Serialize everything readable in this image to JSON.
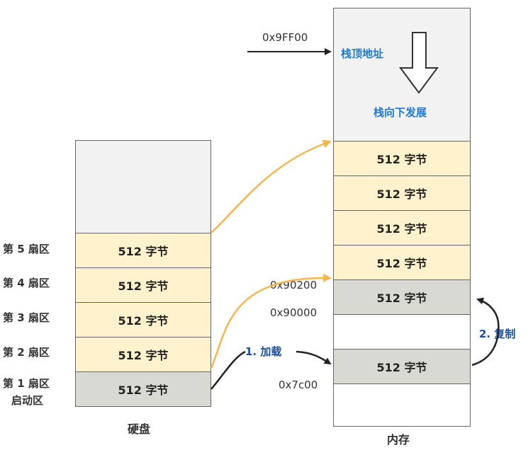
{
  "disk": {
    "title": "硬盘",
    "sectors": [
      {
        "label": "第 5 扇区",
        "content": "512 字节"
      },
      {
        "label": "第 4 扇区",
        "content": "512 字节"
      },
      {
        "label": "第 3 扇区",
        "content": "512 字节"
      },
      {
        "label": "第 2 扇区",
        "content": "512 字节"
      },
      {
        "label": "第 1 扇区",
        "sublabel": "启动区",
        "content": "512 字节"
      }
    ]
  },
  "memory": {
    "title": "内存",
    "stack_top_label": "栈顶地址",
    "stack_grow_label": "栈向下发展",
    "blocks": [
      "512 字节",
      "512 字节",
      "512 字节",
      "512 字节"
    ],
    "copied_block": "512 字节",
    "boot_block": "512 字节",
    "addresses": {
      "stack_top": "0x9FF00",
      "a90200": "0x90200",
      "a90000": "0x90000",
      "a7c00": "0x7c00"
    }
  },
  "arrows": {
    "load_label": "1. 加载",
    "copy_label": "2. 复制"
  },
  "colors": {
    "yellow_block": "#fff2cc",
    "gray_block": "#d9d9d3",
    "empty_block": "#f2f2f2",
    "orange_arrow": "#f6b64c",
    "blue_label": "#1f78d1",
    "navy_label": "#1a4fa0"
  }
}
